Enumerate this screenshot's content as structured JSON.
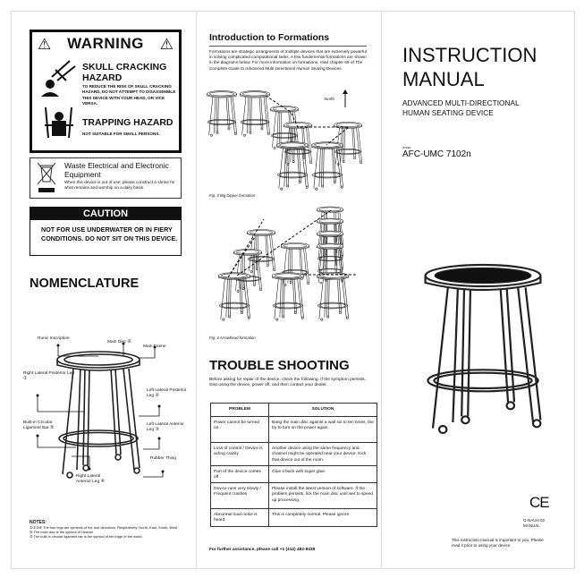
{
  "warning": {
    "title": "WARNING",
    "skull_title": "SKULL CRACKING HAZARD",
    "skull_text": "TO REDUCE THE RISK OF SKULL CRACKING HAZARD, DO NOT ATTEMPT TO DISASSEMBLE THIS DEVICE WITH YOUR HEAD, OR VICE VERSA.",
    "trap_title": "TRAPPING HAZARD",
    "trap_text": "NOT SUITABLE FOR SMALL PERSONS."
  },
  "weee": {
    "title": "Waste Electrical and Electronic Equipment",
    "text": "When this device is out of use, please construct a shrine for what remains and worship on a daily basis."
  },
  "caution": {
    "title": "CAUTION",
    "text": "NOT FOR USE UNDERWATER OR IN FIERY CONDITIONS. DO NOT SIT ON THIS DEVICE."
  },
  "nomenclature": {
    "title": "NOMENCLATURE",
    "labels": {
      "runic": "Runic Inscription",
      "main_disc": "Main Disc ⑥",
      "main_frame": "Main Frame",
      "rlp_leg": "Right Lateral Posterior Leg ①",
      "llp_leg": "Left Lateral Posterior Leg ②",
      "bar": "Built-in Circular Ligament Bar ⑤",
      "lla_leg": "Left Lateral Anterior Leg ③",
      "rubber": "Rubber Thing",
      "rla_leg": "Right Lateral Anterior Leg ④"
    },
    "notes_title": "NOTES:",
    "notes": [
      "①②③④ The four legs are symbols of the four directions. Respectively: North, East, South, West",
      "⑥ The main disc is the symbol of Heaven",
      "⑤ The built-in circular ligament bar is the symbol of the edge of the world."
    ]
  },
  "formations": {
    "title": "Introduction to Formations",
    "intro": "Formations are strategic arrangments of multiple devices that are extremely powerful in solving complicated computational tasks. A few fundemental formations are shown in the diagrams below. For more information on formations, read chapter 69 of ",
    "book": "The Complete Guide to Advanced Multi-Directional Human Seating Devices.",
    "north": "North",
    "fig3": "Fig. 3 Big Dipper formation",
    "fig4": "Fig. 4 Arrowhead formation"
  },
  "trouble": {
    "title": "TROUBLE SHOOTING",
    "intro": "Before asking for repair of the device, check the following. If the symptom persists, stop using the device, power off, and then contact your dealer.",
    "headers": [
      "PROBLEM",
      "SOLUTION"
    ],
    "rows": [
      [
        "Power cannot be turned on.",
        "Bang the main disc against a wall six to ten times, the try to turn on the power again."
      ],
      [
        "Loss of control / Device is acting crazily",
        "Another device using the same frequency and channel might be operated near your device. Kick that device out of the room."
      ],
      [
        "Part of the device comes off",
        "Glue it back with super glue."
      ],
      [
        "Device runs very slowly / Frequent crashes",
        "Please install the latest version of software. If the problem persists, lick the main disc until wet to speed up processing."
      ],
      [
        "Abnormal loud noise is heard",
        "This is completely normal. Please ignore."
      ]
    ],
    "footer": "For further assistance, please call +1 (412) 482-8438"
  },
  "cover": {
    "title_line1": "INSTRUCTION",
    "title_line2": "MANUAL",
    "subtitle_line1": "ADVANCED MULTI-DIRECTIONAL",
    "subtitle_line2": "HUMAN SEATING DEVICE",
    "model_label": "MODEL",
    "model": "AFC-UMC 7102n",
    "ce_mark": "CE",
    "code_line1": "G-NAUH 02",
    "code_line2": "MANUAL",
    "footer": "This instruction manual is important to you. Please read it prior to using your device."
  }
}
